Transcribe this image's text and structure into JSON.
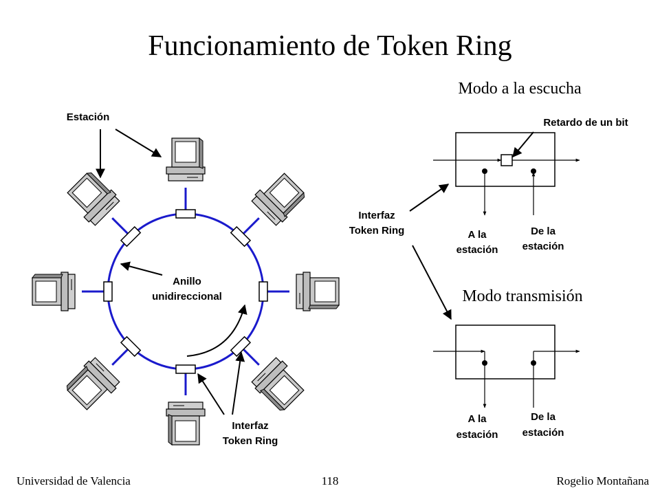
{
  "slide": {
    "title": "Funcionamiento de Token Ring",
    "footer": {
      "left": "Universidad de Valencia",
      "center": "118",
      "right": "Rogelio Montañana"
    }
  },
  "ring": {
    "station_label": "Estación",
    "ring_label_line1": "Anillo",
    "ring_label_line2": "unidireccional",
    "interface_label_line1": "Interfaz",
    "interface_label_line2": "Token Ring",
    "station_count": 8,
    "ring_color": "#1a1acc"
  },
  "listen_mode": {
    "title": "Modo a la escucha",
    "delay_label": "Retardo de un bit",
    "to_station_line1": "A la",
    "to_station_line2": "estación",
    "from_station_line1": "De la",
    "from_station_line2": "estación"
  },
  "interface_callout": {
    "line1": "Interfaz",
    "line2": "Token Ring"
  },
  "transmit_mode": {
    "title": "Modo transmisión",
    "to_station_line1": "A la",
    "to_station_line2": "estación",
    "from_station_line1": "De la",
    "from_station_line2": "estación"
  }
}
